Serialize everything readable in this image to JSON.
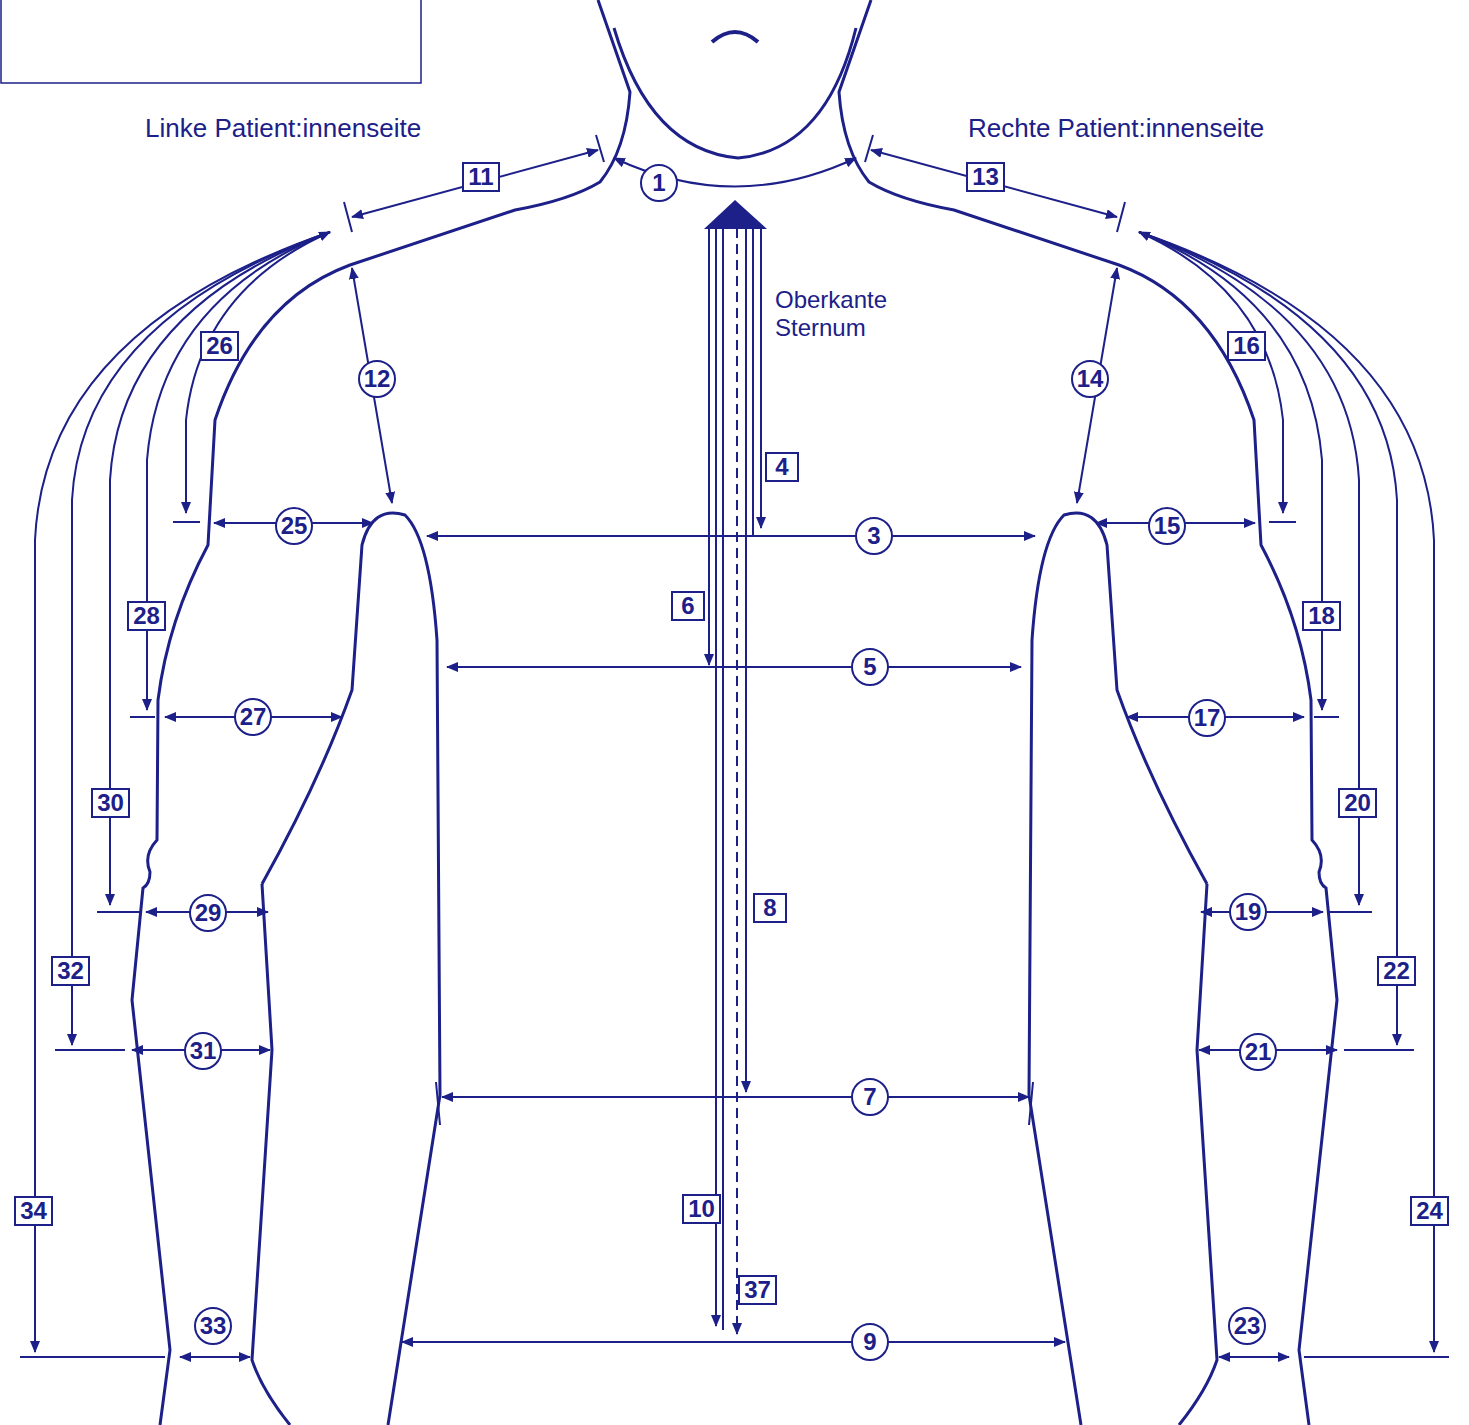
{
  "diagram": {
    "nodes": [
      {
        "text": [
          "11"
        ]
      },
      {
        "text": [
          "1"
        ]
      },
      {
        "text": [
          "13"
        ]
      },
      {
        "text": [
          "26"
        ]
      },
      {
        "text": [
          "12"
        ]
      },
      {
        "text": [
          "16"
        ]
      },
      {
        "text": [
          "14"
        ]
      },
      {
        "text": [
          "4"
        ]
      },
      {
        "text": [
          "25"
        ]
      },
      {
        "text": [
          "3"
        ]
      },
      {
        "text": [
          "15"
        ]
      },
      {
        "text": [
          "28"
        ]
      },
      {
        "text": [
          "6"
        ]
      },
      {
        "text": [
          "18"
        ]
      },
      {
        "text": [
          "5"
        ]
      },
      {
        "text": [
          "27"
        ]
      },
      {
        "text": [
          "17"
        ]
      },
      {
        "text": [
          "30"
        ]
      },
      {
        "text": [
          "20"
        ]
      },
      {
        "text": [
          "29"
        ]
      },
      {
        "text": [
          "8"
        ]
      },
      {
        "text": [
          "19"
        ]
      },
      {
        "text": [
          "32"
        ]
      },
      {
        "text": [
          "22"
        ]
      },
      {
        "text": [
          "31"
        ]
      },
      {
        "text": [
          "21"
        ]
      },
      {
        "text": [
          "7"
        ]
      },
      {
        "text": [
          "34"
        ]
      },
      {
        "text": [
          "10"
        ]
      },
      {
        "text": [
          "24"
        ]
      },
      {
        "text": [
          "37"
        ]
      },
      {
        "text": [
          "33"
        ]
      },
      {
        "text": [
          "9"
        ]
      },
      {
        "text": [
          "23"
        ]
      }
    ],
    "labels": [
      "Linke Patient:innenseite",
      "Rechte Patient:innenseite",
      "Oberkante Sternum"
    ]
  }
}
